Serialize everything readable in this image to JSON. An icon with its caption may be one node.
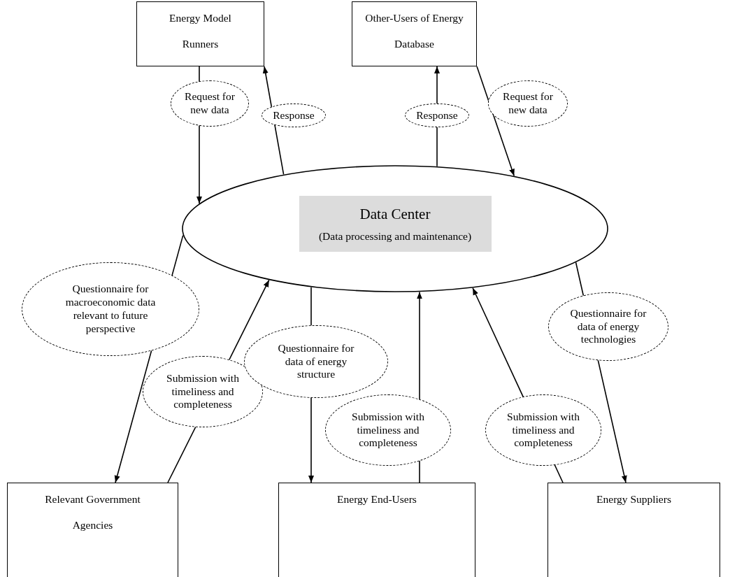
{
  "diagram": {
    "nodes": [
      {
        "text": [
          "Energy Model Runners"
        ]
      },
      {
        "text": [
          "Other-Users of Energy Database"
        ]
      },
      {
        "text": [
          "Data Center",
          "(Data processing and maintenance)"
        ]
      },
      {
        "text": [
          "Relevant Government Agencies"
        ]
      },
      {
        "text": [
          "Energy End-Users"
        ]
      },
      {
        "text": [
          "Energy Suppliers"
        ]
      }
    ],
    "edges": [
      {
        "from": 0,
        "to": 2,
        "arrow": "to",
        "label": "Request for new data"
      },
      {
        "from": 2,
        "to": 0,
        "arrow": "to",
        "label": "Response"
      },
      {
        "from": 2,
        "to": 1,
        "arrow": "to",
        "label": "Response"
      },
      {
        "from": 1,
        "to": 2,
        "arrow": "to",
        "label": "Request for new data"
      },
      {
        "from": 2,
        "to": 3,
        "arrow": "to",
        "label": "Questionnaire for macroeconomic data relevant to future perspective"
      },
      {
        "from": 3,
        "to": 2,
        "arrow": "to",
        "label": "Submission with timeliness and completeness"
      },
      {
        "from": 2,
        "to": 4,
        "arrow": "to",
        "label": "Questionnaire for data of energy structure"
      },
      {
        "from": 4,
        "to": 2,
        "arrow": "to",
        "label": "Submission with timeliness and completeness"
      },
      {
        "from": 5,
        "to": 2,
        "arrow": "to",
        "label": "Submission with timeliness and completeness"
      },
      {
        "from": 2,
        "to": 5,
        "arrow": "to",
        "label": "Questionnaire for data of energy technologies"
      }
    ]
  }
}
